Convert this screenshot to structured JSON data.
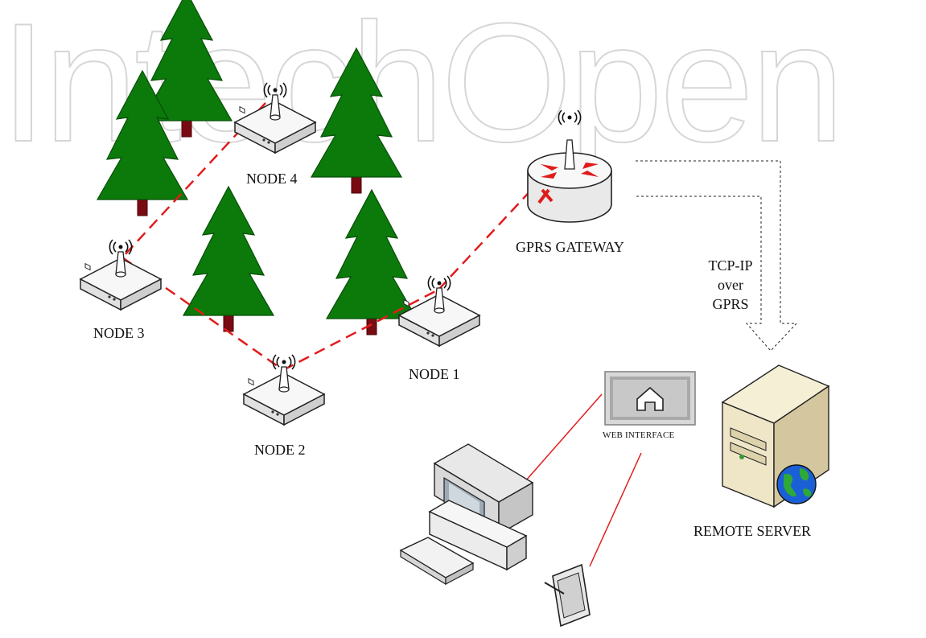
{
  "watermark": "IntechOpen",
  "labels": {
    "node1": "NODE 1",
    "node2": "NODE 2",
    "node3": "NODE 3",
    "node4": "NODE 4",
    "gateway": "GPRS GATEWAY",
    "protocol_line1": "TCP-IP",
    "protocol_line2": "over",
    "protocol_line3": "GPRS",
    "web_interface": "WEB INTERFACE",
    "server": "REMOTE SERVER"
  },
  "colors": {
    "tree": "#0b7a0b",
    "trunk": "#7a0a12",
    "link": "#e21c1c",
    "device_body": "#f2f2f2",
    "device_edge": "#222222",
    "server_body": "#efe6c8",
    "globe": "#1b5fd6"
  },
  "icons": [
    "pine-tree-icon",
    "wireless-node-icon",
    "router-icon",
    "house-icon",
    "server-icon",
    "globe-icon",
    "desktop-computer-icon",
    "tablet-icon"
  ]
}
